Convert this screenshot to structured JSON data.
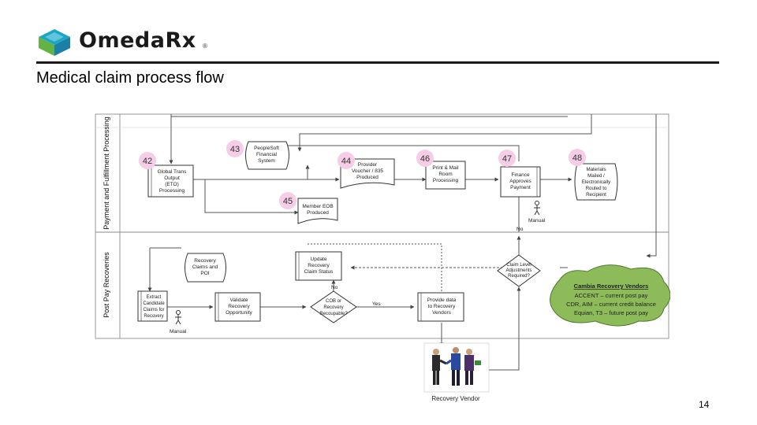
{
  "header": {
    "logo_text": "OmedaRx",
    "logo_reg": "®",
    "title": "Medical claim process flow",
    "page_number": "14"
  },
  "colors": {
    "logo_teal": "#1aa7c6",
    "logo_green": "#63b246",
    "badge_pink": "#f6cde6",
    "callout_green": "#8dbb5a",
    "connector_gray": "#555555"
  },
  "lanes": {
    "top": "Payment and Fulfillment Processing",
    "bottom": "Post Pay Recoveries"
  },
  "steps": {
    "n42": "42",
    "n43": "43",
    "n44": "44",
    "n45": "45",
    "n46": "46",
    "n47": "47",
    "n48": "48"
  },
  "nodes": {
    "global_trans": [
      "Global Trans",
      "Output",
      "(ETO)",
      "Processing"
    ],
    "peoplesoft": [
      "PeopleSoft",
      "Financial",
      "System"
    ],
    "provider_voucher": [
      "Provider",
      "Voucher / 835",
      "Produced"
    ],
    "member_eob": [
      "Member EOB",
      "Produced"
    ],
    "print_mail": [
      "Print & Mail",
      "Room",
      "Processing"
    ],
    "finance": [
      "Finance",
      "Approves",
      "Payment"
    ],
    "materials": [
      "Materials",
      "Mailed /",
      "Electronically",
      "Routed to",
      "Recipient"
    ],
    "recovery_claims": [
      "Recovery",
      "Claims and",
      "POI"
    ],
    "update_recovery": [
      "Update",
      "Recovery",
      "Claim Status"
    ],
    "claim_level": [
      "Claim Level",
      "Adjustments",
      "Required?"
    ],
    "extract": [
      "Extract",
      "Candidate",
      "Claims for",
      "Recovery"
    ],
    "validate": [
      "Validate",
      "Recovery",
      "Opportunity"
    ],
    "cob": [
      "COB or",
      "Recovery",
      "Recoupable?"
    ],
    "provide_data": [
      "Provide data",
      "to Recovery",
      "Vendors"
    ]
  },
  "labels": {
    "manual_top": "Manual",
    "manual_bottom": "Manual",
    "no_top": "No",
    "no_bottom": "No",
    "yes": "Yes",
    "recovery_vendor": "Recovery Vendor"
  },
  "callout": {
    "title": "Cambia Recovery Vendors",
    "lines": [
      "ACCENT – current post pay",
      "CDR, AIM – current credit balance",
      "Equian, T3 – future post pay"
    ]
  }
}
